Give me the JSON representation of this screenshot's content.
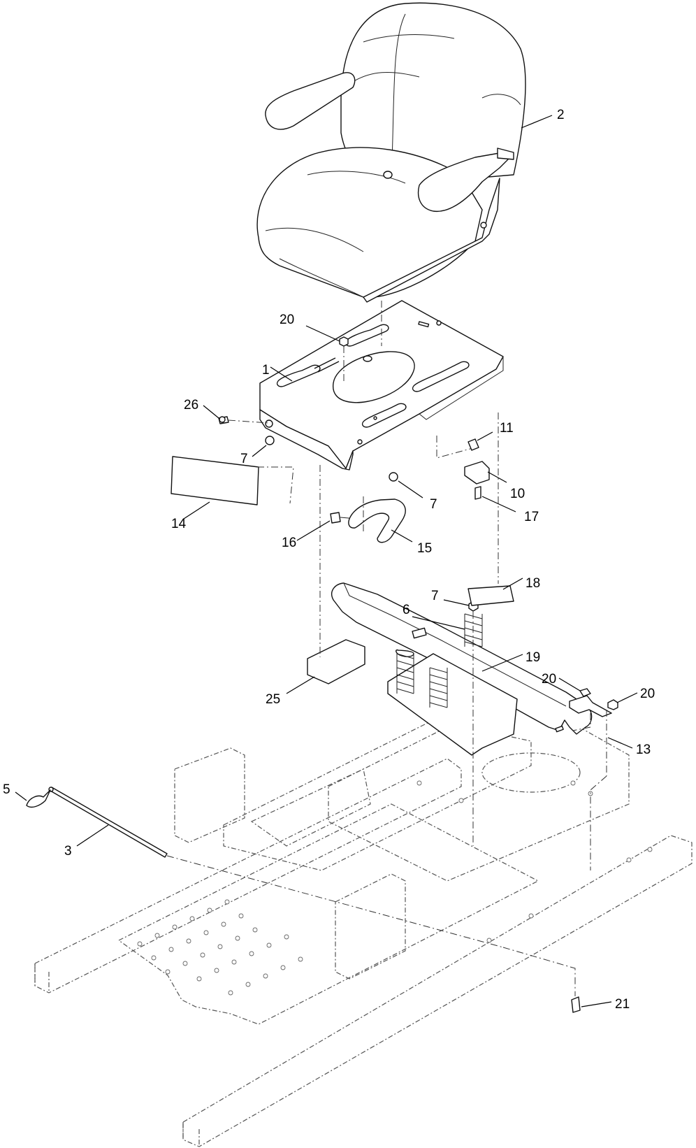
{
  "diagram": {
    "callouts": [
      {
        "id": "c2",
        "label": "2"
      },
      {
        "id": "c20a",
        "label": "20"
      },
      {
        "id": "c1",
        "label": "1"
      },
      {
        "id": "c26",
        "label": "26"
      },
      {
        "id": "c7a",
        "label": "7"
      },
      {
        "id": "c11",
        "label": "11"
      },
      {
        "id": "c10",
        "label": "10"
      },
      {
        "id": "c7b",
        "label": "7"
      },
      {
        "id": "c17",
        "label": "17"
      },
      {
        "id": "c14",
        "label": "14"
      },
      {
        "id": "c16",
        "label": "16"
      },
      {
        "id": "c15",
        "label": "15"
      },
      {
        "id": "c18",
        "label": "18"
      },
      {
        "id": "c7c",
        "label": "7"
      },
      {
        "id": "c6",
        "label": "6"
      },
      {
        "id": "c19",
        "label": "19"
      },
      {
        "id": "c20b",
        "label": "20"
      },
      {
        "id": "c20c",
        "label": "20"
      },
      {
        "id": "c25",
        "label": "25"
      },
      {
        "id": "c13",
        "label": "13"
      },
      {
        "id": "c5",
        "label": "5"
      },
      {
        "id": "c3",
        "label": "3"
      },
      {
        "id": "c21",
        "label": "21"
      }
    ]
  }
}
